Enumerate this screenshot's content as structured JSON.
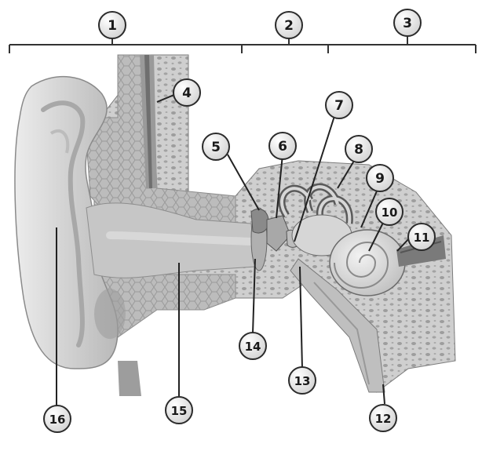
{
  "colors": {
    "background": "#ffffff",
    "tissue_light": "#d9d9d9",
    "tissue_mid": "#bdbdbd",
    "tissue_dark": "#8e8e8e",
    "bone": "#cfcfcf",
    "bone_holes": "#a9a9a9",
    "outline": "#2b2b2b",
    "bubble_fill": "#e9e9e9"
  },
  "sections": [
    {
      "label": "1"
    },
    {
      "label": "2"
    },
    {
      "label": "3"
    }
  ],
  "callouts": [
    {
      "label": "4"
    },
    {
      "label": "5"
    },
    {
      "label": "6"
    },
    {
      "label": "7"
    },
    {
      "label": "8"
    },
    {
      "label": "9"
    },
    {
      "label": "10"
    },
    {
      "label": "11"
    },
    {
      "label": "12"
    },
    {
      "label": "13"
    },
    {
      "label": "14"
    },
    {
      "label": "15"
    },
    {
      "label": "16"
    }
  ]
}
